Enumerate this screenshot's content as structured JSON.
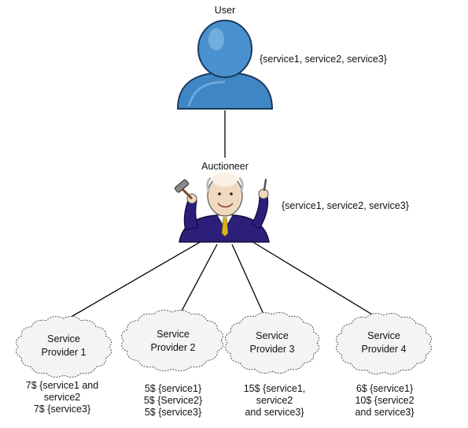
{
  "user": {
    "title": "User",
    "services": "{service1, service2, service3}"
  },
  "auctioneer": {
    "title": "Auctioneer",
    "services": "{service1, service2, service3}"
  },
  "providers": [
    {
      "line1": "Service",
      "line2": "Provider 1",
      "prices": [
        "7$ {service1 and",
        "service2",
        "7$ {service3}"
      ]
    },
    {
      "line1": "Service",
      "line2": "Provider 2",
      "prices": [
        "5$ {service1}",
        "5$ {Service2}",
        "5$ {service3}"
      ]
    },
    {
      "line1": "Service",
      "line2": "Provider 3",
      "prices": [
        "15$ {service1,",
        "service2",
        "and service3}"
      ]
    },
    {
      "line1": "Service",
      "line2": "Provider 4",
      "prices": [
        "6$ {service1}",
        "10$ {service2",
        "and service3}"
      ]
    }
  ],
  "colors": {
    "user_body": "#3f86c4",
    "user_outline": "#1a3b5c",
    "suit": "#2b1f7a",
    "line": "#000000"
  }
}
